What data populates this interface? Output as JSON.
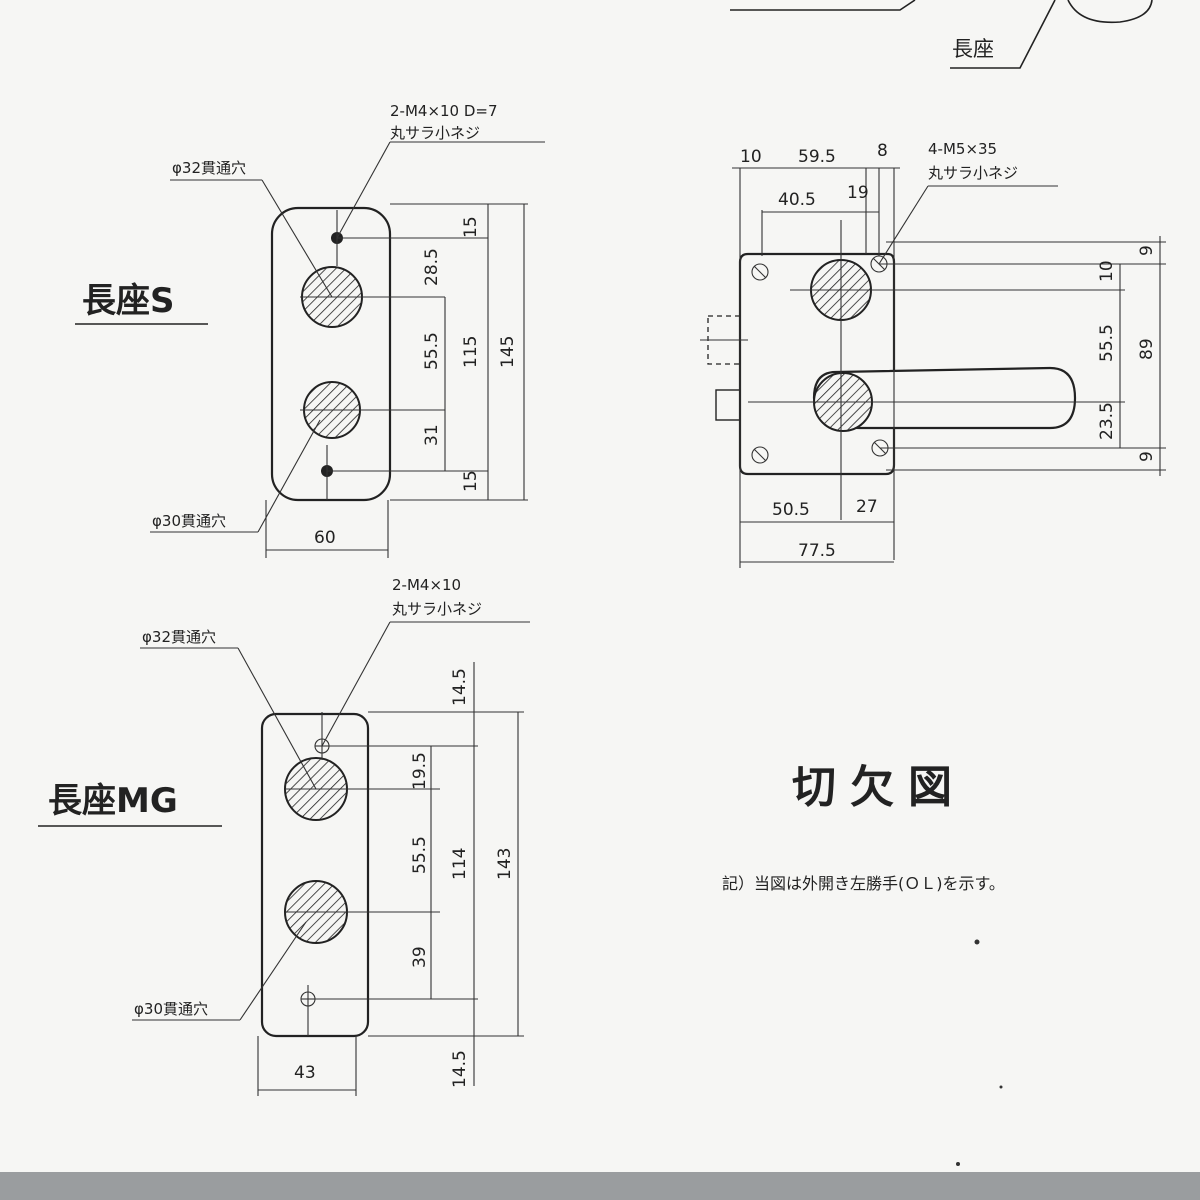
{
  "header": {
    "top_right_label": "長座"
  },
  "panel_s": {
    "title": "長座S",
    "screw_spec": "2-M4×10  D=7",
    "screw_type": "丸サラ小ネジ",
    "hole_top": "φ32貫通穴",
    "hole_bottom": "φ30貫通穴",
    "dims": {
      "d15a": "15",
      "d28_5": "28.5",
      "d55_5": "55.5",
      "d31": "31",
      "d15b": "15",
      "d115": "115",
      "d145": "145",
      "d60": "60"
    }
  },
  "panel_mg": {
    "title": "長座MG",
    "screw_spec": "2-M4×10",
    "screw_type": "丸サラ小ネジ",
    "hole_top": "φ32貫通穴",
    "hole_bottom": "φ30貫通穴",
    "dims": {
      "d14_5a": "14.5",
      "d19_5": "19.5",
      "d55_5": "55.5",
      "d39": "39",
      "d14_5b": "14.5",
      "d114": "114",
      "d143": "143",
      "d43": "43"
    }
  },
  "panel_right": {
    "screw_spec": "4-M5×35",
    "screw_type": "丸サラ小ネジ",
    "dims": {
      "d10": "10",
      "d59_5": "59.5",
      "d8": "8",
      "d40_5": "40.5",
      "d19": "19",
      "d9a": "9",
      "d10v": "10",
      "d55_5": "55.5",
      "d89": "89",
      "d23_5": "23.5",
      "d9b": "9",
      "d50_5": "50.5",
      "d27": "27",
      "d77_5": "77.5"
    }
  },
  "section_title": "切欠図",
  "note": "記）当図は外開き左勝手(ＯＬ)を示す。"
}
